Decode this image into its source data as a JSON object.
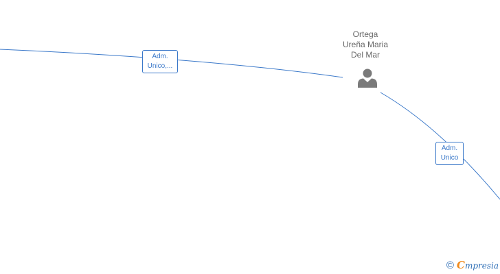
{
  "person": {
    "name_line_1": "Ortega",
    "name_line_2": "Ureña Maria",
    "name_line_3": "Del Mar",
    "icon": "person-icon"
  },
  "edges": [
    {
      "label_line_1": "Adm.",
      "label_line_2": "Unico,..."
    },
    {
      "label_line_1": "Adm.",
      "label_line_2": "Unico"
    }
  ],
  "watermark": {
    "symbol": "©",
    "brand_initial": "C",
    "brand_rest": "mpresia"
  },
  "colors": {
    "edge": "#3a78c9",
    "node_icon": "#7a7a7a",
    "name_text": "#666666",
    "brand_accent": "#f08a1c"
  }
}
